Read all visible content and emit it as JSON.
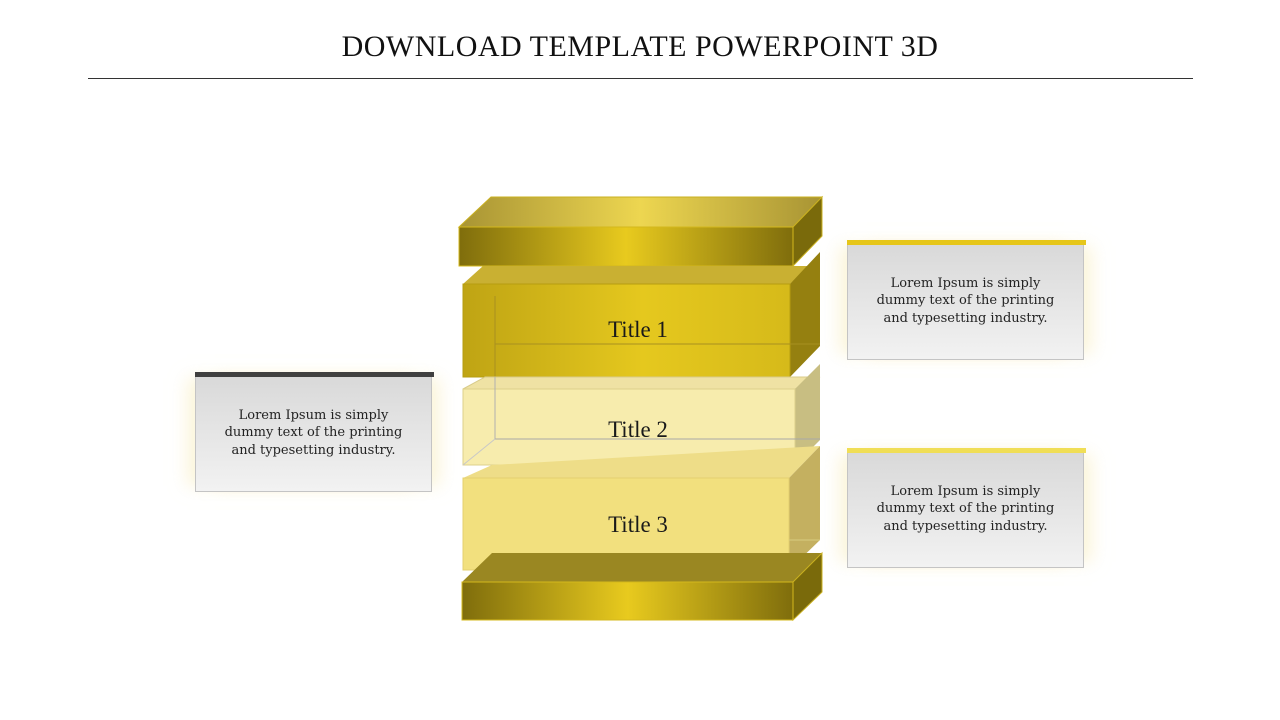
{
  "slide": {
    "title": "DOWNLOAD TEMPLATE POWERPOINT 3D"
  },
  "stack": {
    "titles": [
      "Title 1",
      "Title 2",
      "Title 3"
    ]
  },
  "cards": {
    "left": {
      "text": "Lorem Ipsum is simply dummy text of the printing and typesetting industry.",
      "bar_color": "#404040"
    },
    "right_top": {
      "text": "Lorem Ipsum is simply dummy text of the printing and typesetting industry.",
      "bar_color": "#E6C619"
    },
    "right_bottom": {
      "text": "Lorem Ipsum is simply dummy text of the printing and typesetting industry.",
      "bar_color": "#F0DE55"
    }
  },
  "colors": {
    "gold_dark": "#8A7810",
    "gold_mid": "#C8AE12",
    "gold_bright": "#E8CA1E",
    "yellow_pale": "#F6EAA6",
    "yellow_soft": "#F2E07E"
  }
}
